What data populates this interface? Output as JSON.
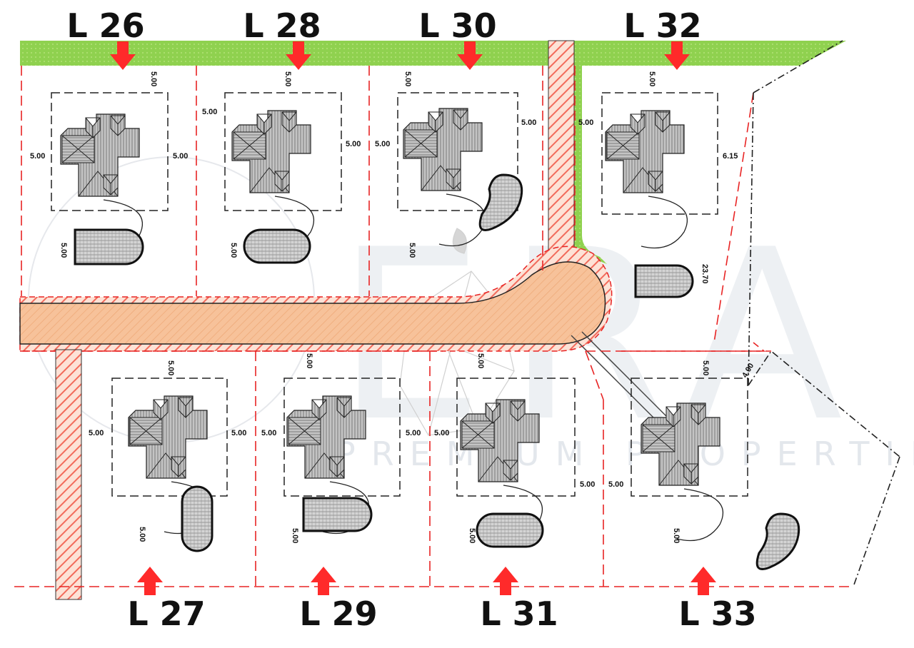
{
  "lots_top": [
    {
      "label": "L 26"
    },
    {
      "label": "L 28"
    },
    {
      "label": "L 30"
    },
    {
      "label": "L 32"
    }
  ],
  "lots_bottom": [
    {
      "label": "L 27"
    },
    {
      "label": "L 29"
    },
    {
      "label": "L 31"
    },
    {
      "label": "L 33"
    }
  ],
  "dimensions": {
    "setback": "5.00",
    "l32_side": "6.15",
    "l32_depth": "23.70",
    "l33_corner": "4.00"
  },
  "watermark": {
    "logo_text": "ERA",
    "tagline": "PREMIUM PROPERTIES"
  },
  "colors": {
    "green_strip": "#8fd14f",
    "road_fill": "#f7c29a",
    "road_hatch": "#f26b5b",
    "lot_boundary": "#e82424",
    "arrow": "#ff2a2a",
    "roof_hatch": "#9a9a9a"
  }
}
